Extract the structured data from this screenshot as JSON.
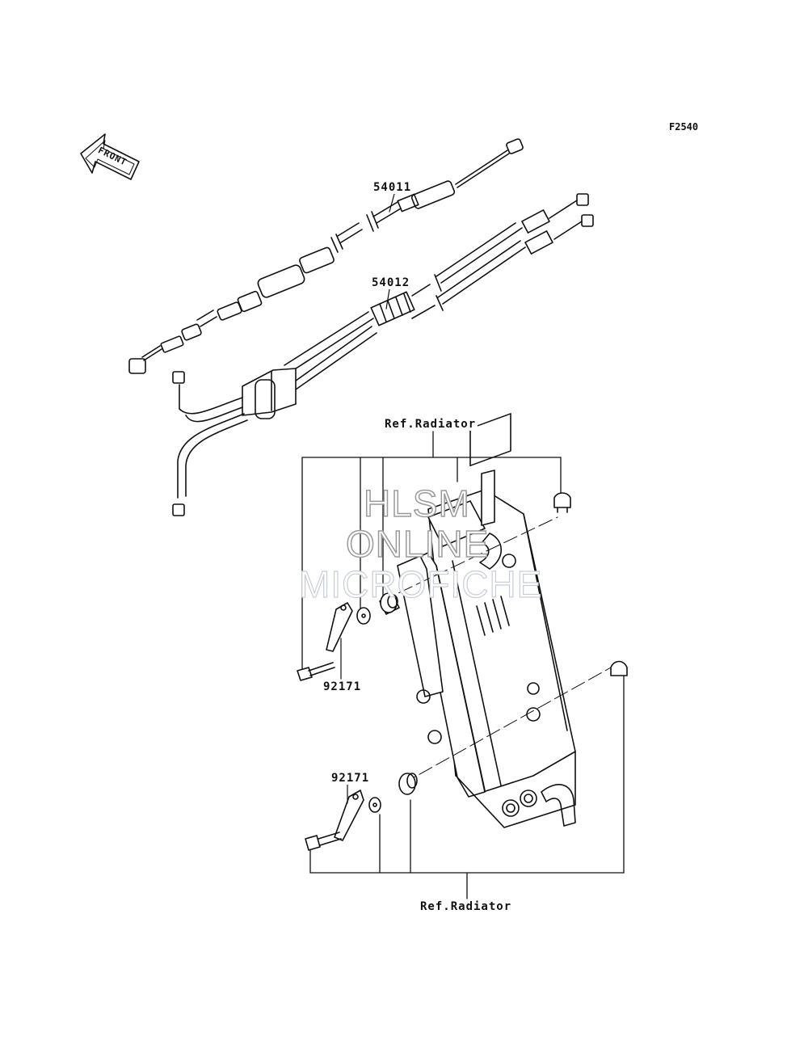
{
  "figure": {
    "code": "F2540",
    "front_label": "FRONT"
  },
  "parts": {
    "throttle_cable": "54011",
    "throttle_cable_assy": "54012",
    "bracket_upper": "92171",
    "bracket_lower": "92171"
  },
  "references": {
    "upper": "Ref.Radiator",
    "lower": "Ref.Radiator"
  },
  "watermark": {
    "line1": "HLSM",
    "line2": "ONLINE",
    "line3": "MICROFICHE"
  },
  "colors": {
    "line": "#111111",
    "watermark_stroke": "#9a9a9a"
  }
}
